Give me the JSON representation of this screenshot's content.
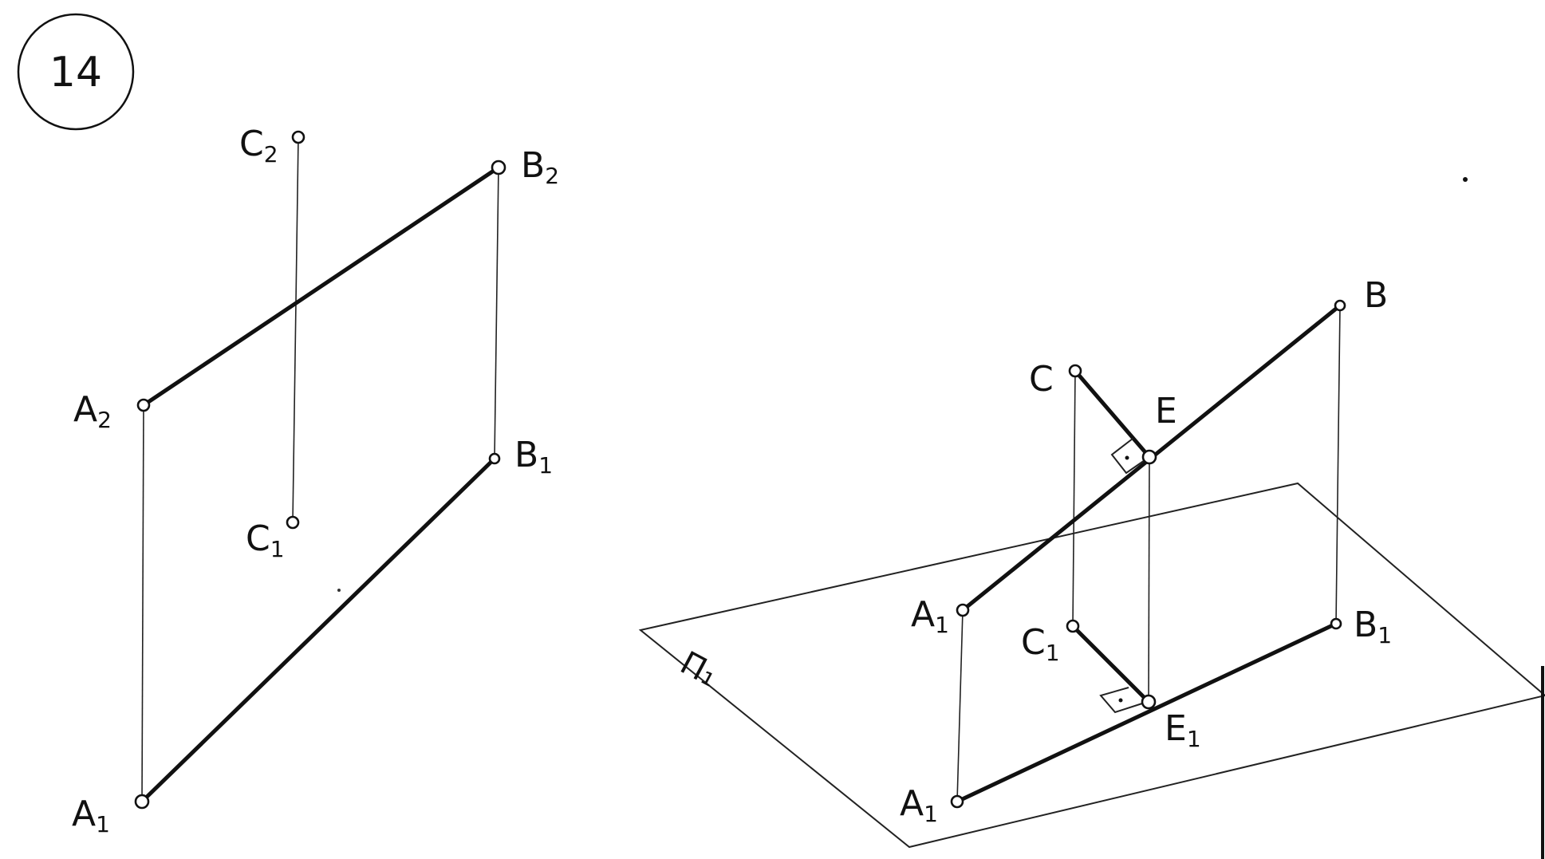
{
  "badge": {
    "number": "14"
  },
  "left_figure": {
    "labels": {
      "c2": "C",
      "c2_sub": "2",
      "b2": "B",
      "b2_sub": "2",
      "a2": "A",
      "a2_sub": "2",
      "b1": "B",
      "b1_sub": "1",
      "c1": "C",
      "c1_sub": "1",
      "a1": "A",
      "a1_sub": "1"
    }
  },
  "right_figure": {
    "plane_label": "Π₁",
    "labels": {
      "b": "B",
      "c": "C",
      "e": "E",
      "a_upper": "A",
      "a_upper_sub": "1",
      "c1": "C",
      "c1_sub": "1",
      "b1": "B",
      "b1_sub": "1",
      "a1": "A",
      "a1_sub": "1",
      "e1": "E",
      "e1_sub": "1"
    }
  }
}
